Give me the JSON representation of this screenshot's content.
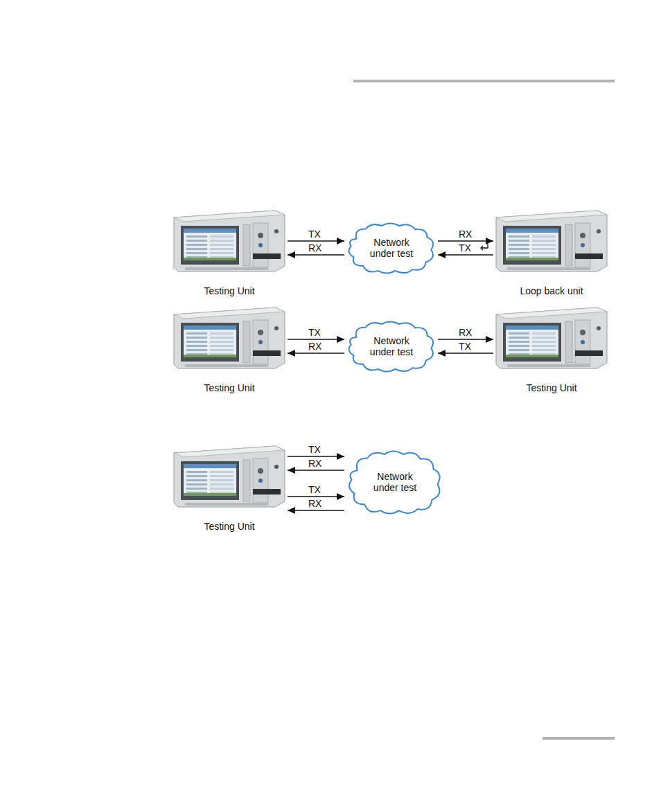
{
  "diagram": {
    "nodes": [
      {
        "text": [
          "Testing Unit"
        ]
      },
      {
        "text": [
          "Network under test"
        ]
      },
      {
        "text": [
          "Loop back unit"
        ]
      },
      {
        "text": [
          "Testing Unit"
        ]
      },
      {
        "text": [
          "Network under test"
        ]
      },
      {
        "text": [
          "Testing Unit"
        ]
      },
      {
        "text": [
          "Testing Unit"
        ]
      },
      {
        "text": [
          "Network under test"
        ]
      }
    ],
    "edges": [
      {
        "from": 0,
        "to": 1,
        "label": "TX",
        "arrow": "to"
      },
      {
        "from": 1,
        "to": 0,
        "label": "RX",
        "arrow": "to"
      },
      {
        "from": 1,
        "to": 2,
        "label": "RX",
        "arrow": "to"
      },
      {
        "from": 2,
        "to": 1,
        "label": "TX",
        "arrow": "to"
      },
      {
        "from": 3,
        "to": 4,
        "label": "TX",
        "arrow": "to"
      },
      {
        "from": 4,
        "to": 3,
        "label": "RX",
        "arrow": "to"
      },
      {
        "from": 4,
        "to": 5,
        "label": "RX",
        "arrow": "to"
      },
      {
        "from": 5,
        "to": 4,
        "label": "TX",
        "arrow": "to"
      },
      {
        "from": 6,
        "to": 7,
        "label": "TX",
        "arrow": "to"
      },
      {
        "from": 7,
        "to": 6,
        "label": "RX",
        "arrow": "to"
      },
      {
        "from": 6,
        "to": 7,
        "label": "TX",
        "arrow": "to"
      },
      {
        "from": 7,
        "to": 6,
        "label": "RX",
        "arrow": "to"
      }
    ]
  }
}
